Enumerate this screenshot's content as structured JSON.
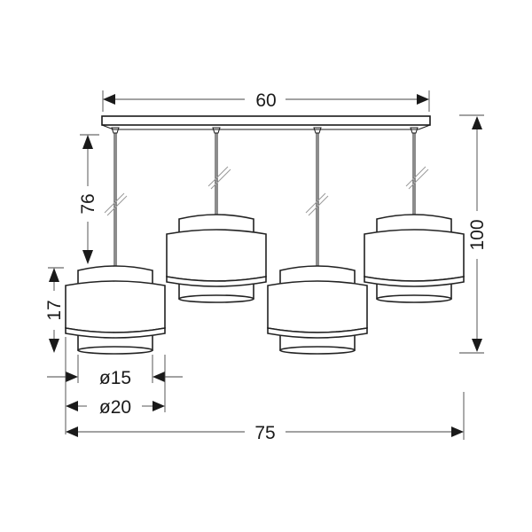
{
  "diagram": {
    "type": "technical-dimension-drawing",
    "subject": "4-light pendant lamp with double-layer drum shades on rectangular ceiling bar",
    "units": "cm",
    "dimensions": {
      "canopy_width": "60",
      "cable_length": "76",
      "shade_height": "17",
      "inner_shade_diameter": "ø15",
      "outer_shade_diameter": "ø20",
      "total_width": "75",
      "total_height": "100"
    },
    "lamp_count": 4,
    "colors": {
      "line": "#1a1a1a",
      "background": "#ffffff",
      "break_mark": "#9a9a9a"
    }
  }
}
